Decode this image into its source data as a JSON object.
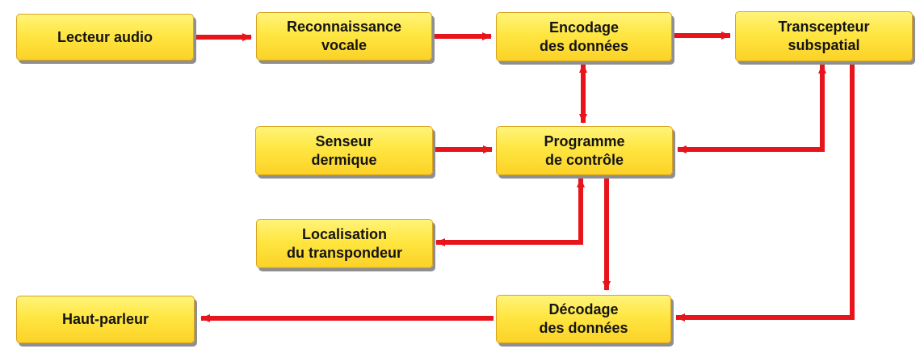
{
  "nodes": {
    "lecteur_audio": "Lecteur audio",
    "reconnaissance_vocale": "Reconnaissance\nvocale",
    "encodage": "Encodage\ndes données",
    "transcepteur": "Transcepteur\nsubspatial",
    "senseur": "Senseur\ndermique",
    "programme": "Programme\nde contrôle",
    "localisation": "Localisation\ndu transpondeur",
    "haut_parleur": "Haut-parleur",
    "decodage": "Décodage\ndes données"
  },
  "colors": {
    "box_fill": "#ffe642",
    "box_border": "#d9a21e",
    "box_shadow": "#8f8f8f",
    "arrow": "#e8141c",
    "text": "#141414"
  }
}
